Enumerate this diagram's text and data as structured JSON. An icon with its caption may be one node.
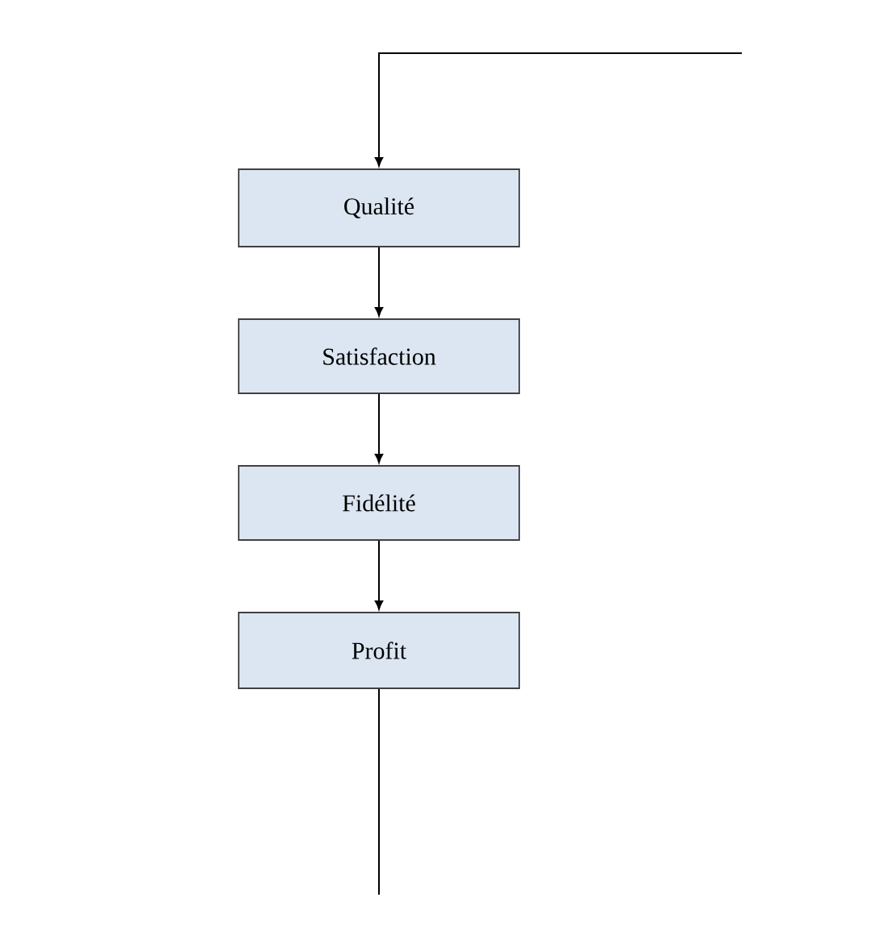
{
  "diagram": {
    "nodes": [
      {
        "text": [
          "Qualité"
        ]
      },
      {
        "text": [
          "Satisfaction"
        ]
      },
      {
        "text": [
          "Fidélité"
        ]
      },
      {
        "text": [
          "Profit"
        ]
      }
    ],
    "edges": [
      {
        "from": 0,
        "to": 1,
        "arrow": "to"
      },
      {
        "from": 1,
        "to": 2,
        "arrow": "to"
      },
      {
        "from": 2,
        "to": 3,
        "arrow": "to"
      },
      {
        "from": null,
        "to": 0,
        "arrow": "to"
      },
      {
        "from": 3,
        "to": null,
        "arrow": "none"
      }
    ]
  }
}
